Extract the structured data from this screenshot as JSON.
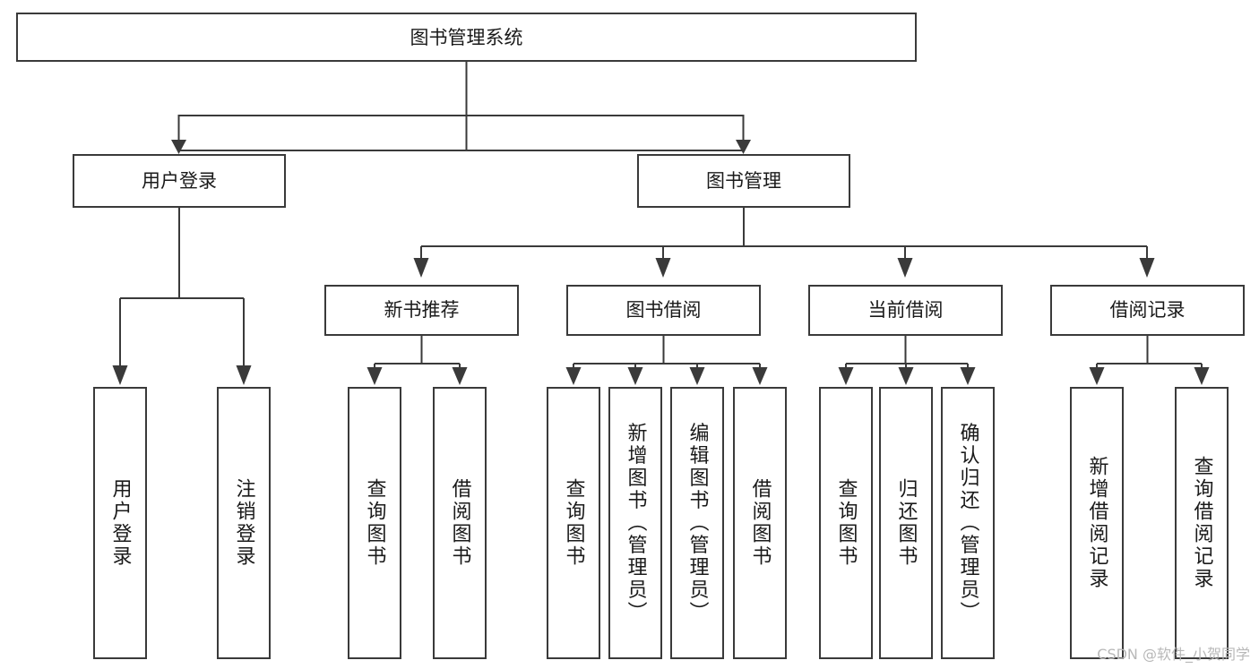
{
  "diagram": {
    "type": "hierarchy-tree",
    "title": "图书管理系统",
    "watermark": "CSDN @软件_小贺同学",
    "colors": {
      "box_stroke": "#3a3a3a",
      "box_fill": "#ffffff",
      "connector": "#3a3a3a",
      "text": "#1a1a1a",
      "background": "#ffffff",
      "watermark": "#b8b8b8"
    },
    "root": {
      "label": "图书管理系统"
    },
    "level2": [
      {
        "label": "用户登录"
      },
      {
        "label": "图书管理"
      }
    ],
    "level3": [
      {
        "label": "新书推荐"
      },
      {
        "label": "图书借阅"
      },
      {
        "label": "当前借阅"
      },
      {
        "label": "借阅记录"
      }
    ],
    "leaves": {
      "user_login": [
        {
          "label": "用户登录"
        },
        {
          "label": "注销登录"
        }
      ],
      "new_book_recommend": [
        {
          "label": "查询图书"
        },
        {
          "label": "借阅图书"
        }
      ],
      "book_borrow": [
        {
          "label": "查询图书"
        },
        {
          "label": "新增图书（管理员）"
        },
        {
          "label": "编辑图书（管理员）"
        },
        {
          "label": "借阅图书"
        }
      ],
      "current_borrow": [
        {
          "label": "查询图书"
        },
        {
          "label": "归还图书"
        },
        {
          "label": "确认归还（管理员）"
        }
      ],
      "borrow_record": [
        {
          "label": "新增借阅记录"
        },
        {
          "label": "查询借阅记录"
        }
      ]
    }
  }
}
